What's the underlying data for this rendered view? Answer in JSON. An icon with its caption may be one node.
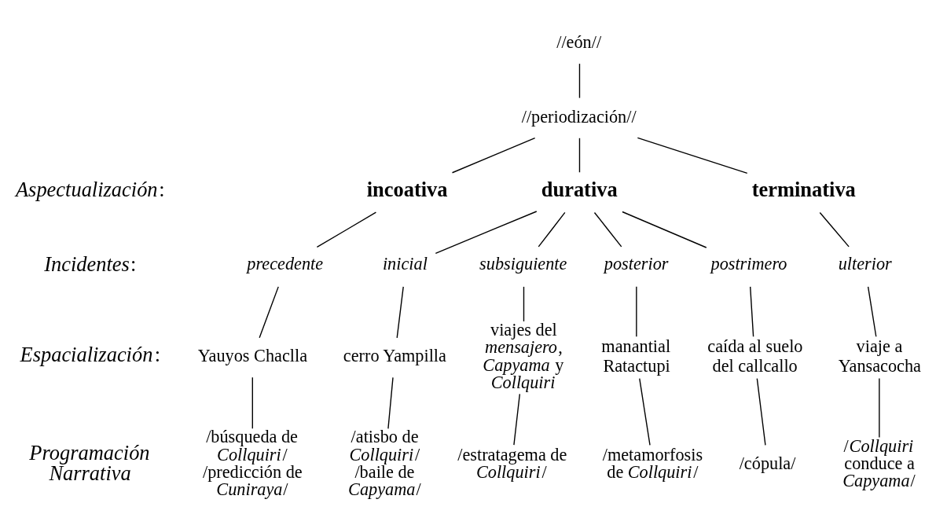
{
  "diagram": {
    "nodes": [
      {
        "text": [
          "//eón//"
        ]
      },
      {
        "text": [
          "//periodización//"
        ]
      },
      {
        "text": [
          "incoativa"
        ]
      },
      {
        "text": [
          "durativa"
        ]
      },
      {
        "text": [
          "terminativa"
        ]
      },
      {
        "text": [
          "precedente"
        ]
      },
      {
        "text": [
          "inicial"
        ]
      },
      {
        "text": [
          "subsiguiente"
        ]
      },
      {
        "text": [
          "posterior"
        ]
      },
      {
        "text": [
          "postrimero"
        ]
      },
      {
        "text": [
          "ulterior"
        ]
      },
      {
        "text": [
          "Yauyos Chaclla"
        ]
      },
      {
        "text": [
          "cerro Yampilla"
        ]
      },
      {
        "text": [
          "viajes del *mensajero*, *Capyama* y *Collquiri*"
        ]
      },
      {
        "text": [
          "manantial Ratactupi"
        ]
      },
      {
        "text": [
          "caída al suelo del callcallo"
        ]
      },
      {
        "text": [
          "viaje a Yansacocha"
        ]
      },
      {
        "text": [
          "/búsqueda de *Collquiri*/ /predicción de *Cuniraya*/"
        ]
      },
      {
        "text": [
          "/atisbo de *Collquiri*/ /baile de *Capyama*/"
        ]
      },
      {
        "text": [
          "/estratagema de *Collquiri*/"
        ]
      },
      {
        "text": [
          "/metamorfosis de *Collquiri*/"
        ]
      },
      {
        "text": [
          "/cópula/"
        ]
      },
      {
        "text": [
          "/*Collquiri* conduce a *Capyama*/"
        ]
      }
    ],
    "edges": [
      {
        "from": 0,
        "to": 1,
        "arrow": "none"
      },
      {
        "from": 1,
        "to": 2,
        "arrow": "none"
      },
      {
        "from": 1,
        "to": 3,
        "arrow": "none"
      },
      {
        "from": 1,
        "to": 4,
        "arrow": "none"
      },
      {
        "from": 2,
        "to": 5,
        "arrow": "none"
      },
      {
        "from": 3,
        "to": 6,
        "arrow": "none"
      },
      {
        "from": 3,
        "to": 7,
        "arrow": "none"
      },
      {
        "from": 3,
        "to": 8,
        "arrow": "none"
      },
      {
        "from": 3,
        "to": 9,
        "arrow": "none"
      },
      {
        "from": 4,
        "to": 10,
        "arrow": "none"
      },
      {
        "from": 5,
        "to": 11,
        "arrow": "none"
      },
      {
        "from": 6,
        "to": 12,
        "arrow": "none"
      },
      {
        "from": 7,
        "to": 13,
        "arrow": "none"
      },
      {
        "from": 8,
        "to": 14,
        "arrow": "none"
      },
      {
        "from": 9,
        "to": 15,
        "arrow": "none"
      },
      {
        "from": 10,
        "to": 16,
        "arrow": "none"
      },
      {
        "from": 11,
        "to": 17,
        "arrow": "none"
      },
      {
        "from": 12,
        "to": 18,
        "arrow": "none"
      },
      {
        "from": 13,
        "to": 19,
        "arrow": "none"
      },
      {
        "from": 14,
        "to": 20,
        "arrow": "none"
      },
      {
        "from": 15,
        "to": 21,
        "arrow": "none"
      },
      {
        "from": 16,
        "to": 22,
        "arrow": "none"
      }
    ],
    "labels": [
      "*Aspectualización*:",
      "*Incidentes*:",
      "*Espacialización*:",
      "*Programación Narrativa*"
    ]
  }
}
